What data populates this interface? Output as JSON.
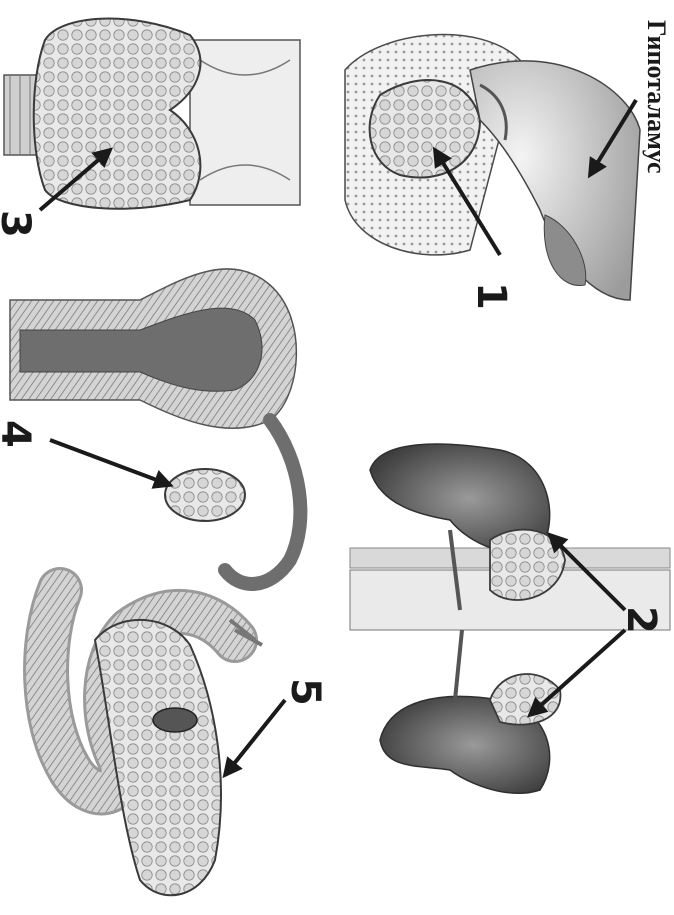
{
  "diagram": {
    "labels": {
      "hypothalamus": "Гипоталамус",
      "n1": "1",
      "n2": "2",
      "n3": "3",
      "n4": "4",
      "n5": "5"
    },
    "colors": {
      "ink": "#1a1a1a",
      "tissue_light": "#e6e6e6",
      "tissue_mid": "#bdbdbd",
      "tissue_dark": "#6f6f6f",
      "background": "#ffffff"
    }
  }
}
